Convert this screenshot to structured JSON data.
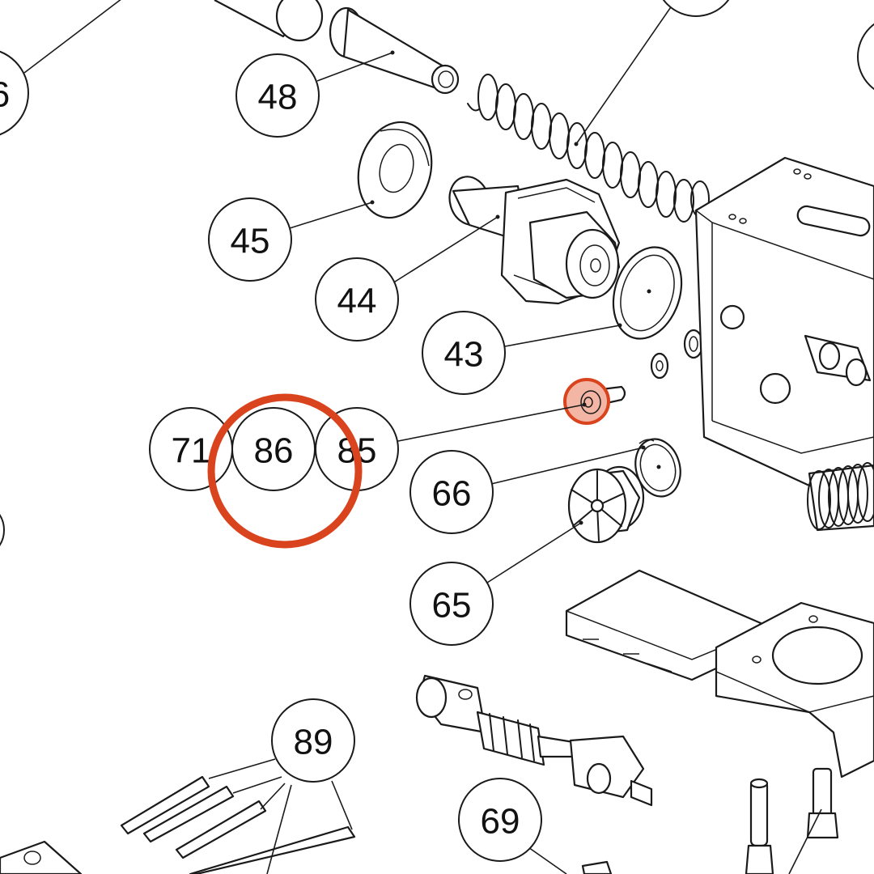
{
  "callouts": {
    "c6": "6",
    "c48": "48",
    "c45": "45",
    "c44": "44",
    "c43": "43",
    "c71": "71",
    "c86": "86",
    "c85": "85",
    "c66": "66",
    "c65": "65",
    "c89": "89",
    "c69": "69"
  },
  "highlight": {
    "color": "#d9431e",
    "fill": "#f3b6a5",
    "target_callout": "86"
  }
}
